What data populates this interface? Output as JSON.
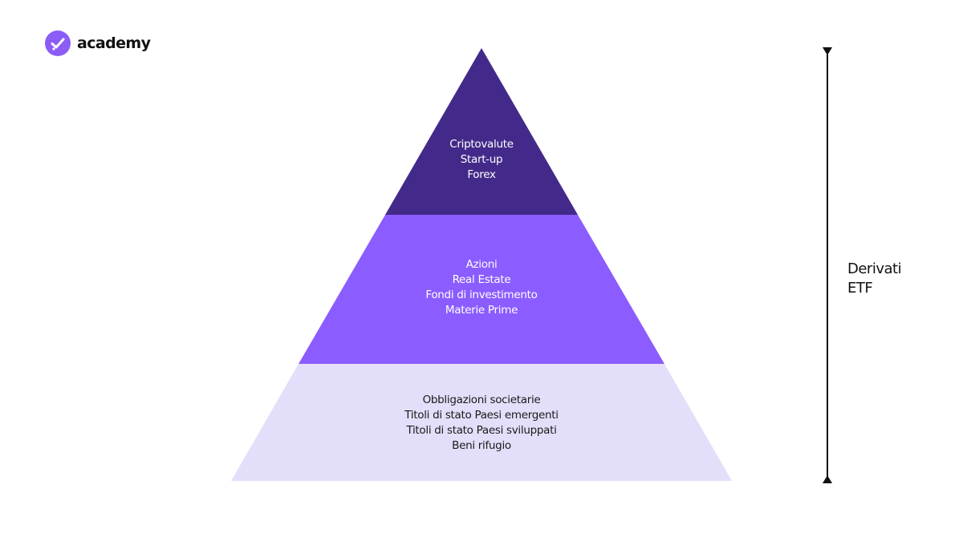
{
  "brand": {
    "name": "academy",
    "accent": "#8B5CF6"
  },
  "pyramid": {
    "tiers": [
      {
        "color": "#432A8A",
        "items": [
          "Criptovalute",
          "Start-up",
          "Forex"
        ]
      },
      {
        "color": "#8B5CFF",
        "items": [
          "Azioni",
          "Real Estate",
          "Fondi di investimento",
          "Materie Prime"
        ]
      },
      {
        "color": "#E3DFFA",
        "items": [
          "Obbligazioni societarie",
          "Titoli di stato Paesi emergenti",
          "Titoli di stato Paesi sviluppati",
          "Beni rifugio"
        ]
      }
    ]
  },
  "side": {
    "labels": [
      "Derivati",
      "ETF"
    ]
  }
}
